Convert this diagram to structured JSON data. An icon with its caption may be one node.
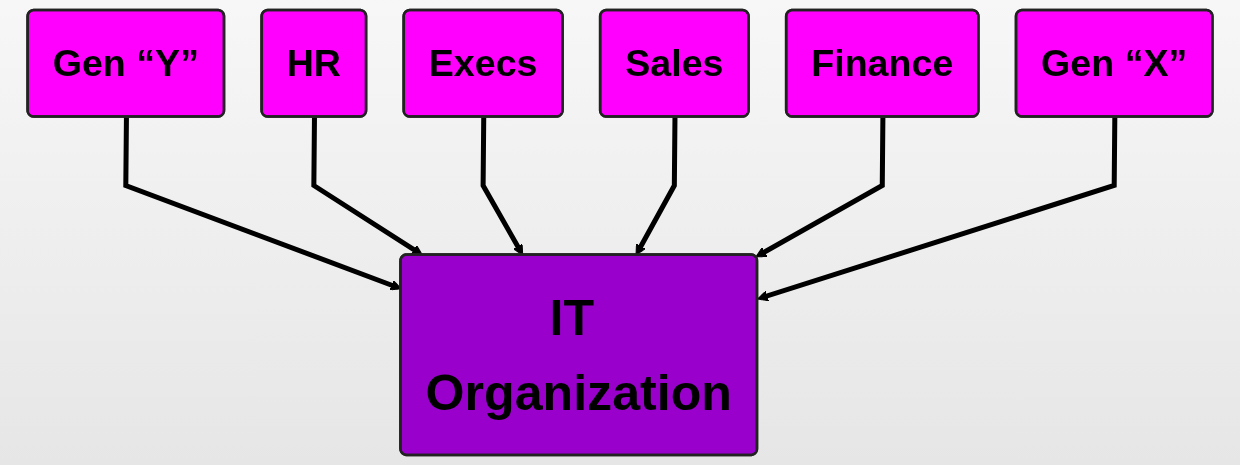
{
  "diagram": {
    "nodes": [
      {
        "text": [
          "Gen “Y”"
        ]
      },
      {
        "text": [
          "HR"
        ]
      },
      {
        "text": [
          "Execs"
        ]
      },
      {
        "text": [
          "Sales"
        ]
      },
      {
        "text": [
          "Finance"
        ]
      },
      {
        "text": [
          "Gen “X”"
        ]
      },
      {
        "text": [
          "IT Organization"
        ]
      }
    ],
    "edges": [
      {
        "from": 0,
        "to": 6,
        "arrow": "to"
      },
      {
        "from": 1,
        "to": 6,
        "arrow": "to"
      },
      {
        "from": 2,
        "to": 6,
        "arrow": "to"
      },
      {
        "from": 3,
        "to": 6,
        "arrow": "to"
      },
      {
        "from": 4,
        "to": 6,
        "arrow": "to"
      },
      {
        "from": 5,
        "to": 6,
        "arrow": "to"
      }
    ]
  }
}
